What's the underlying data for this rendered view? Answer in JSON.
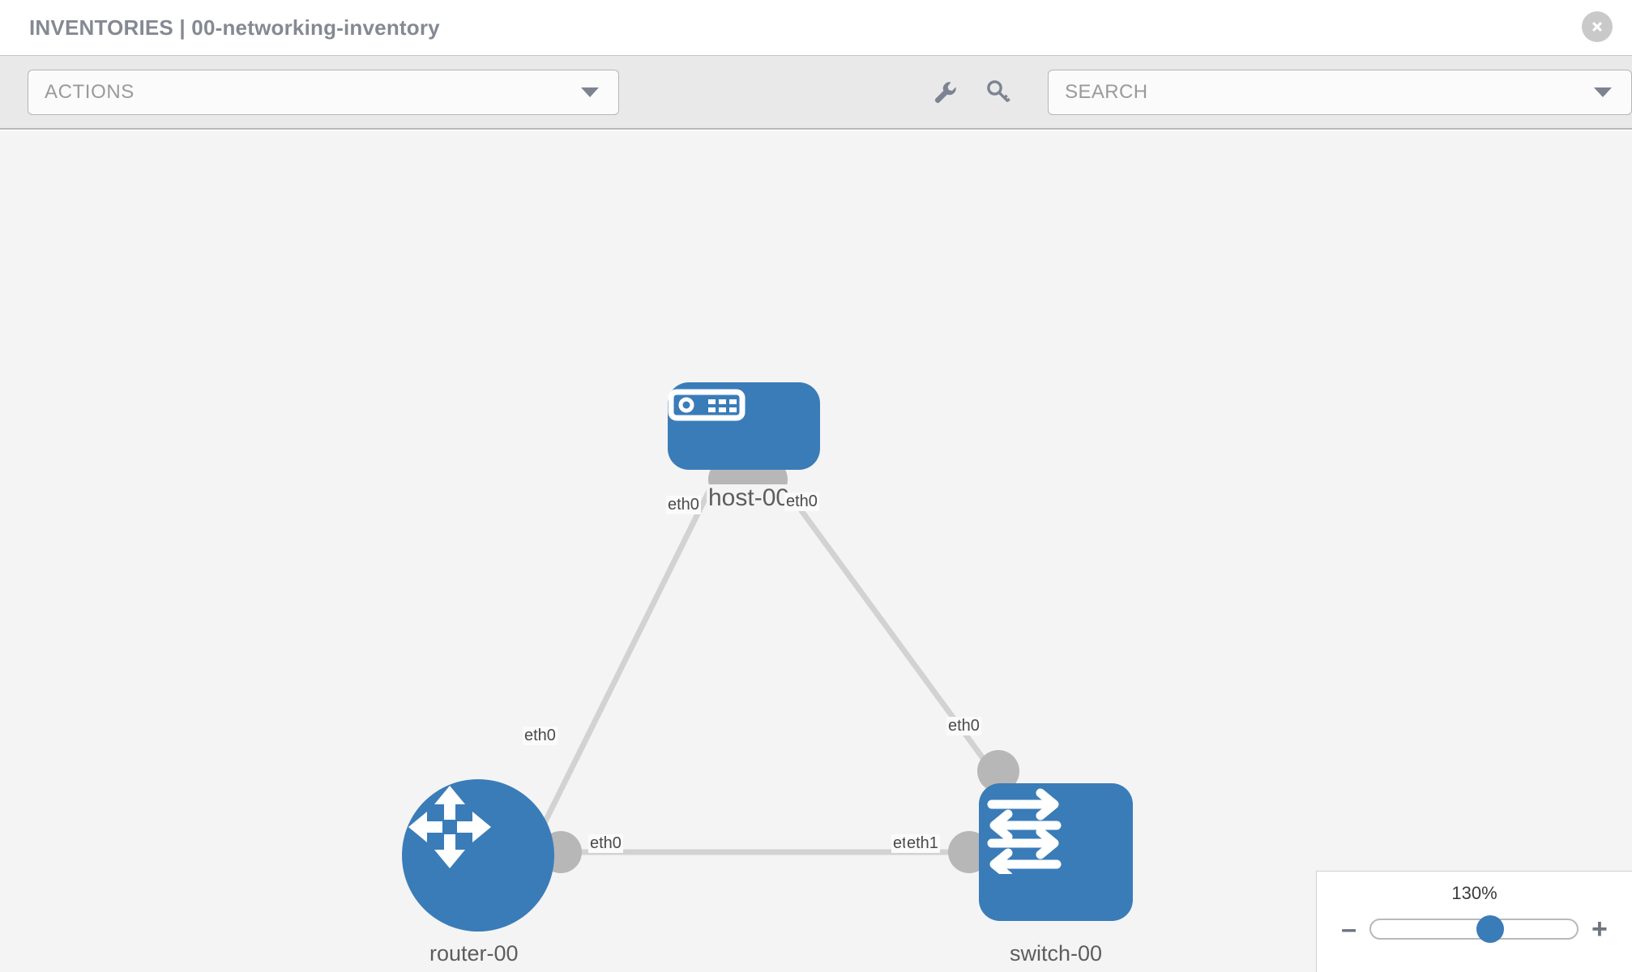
{
  "header": {
    "title": "INVENTORIES | 00-networking-inventory",
    "close_icon": "close-circle-icon"
  },
  "toolbar": {
    "actions_label": "ACTIONS",
    "actions_caret_icon": "chevron-down-icon",
    "wrench_icon": "wrench-icon",
    "key_icon": "key-icon",
    "search_placeholder": "SEARCH",
    "search_value": "",
    "search_caret_icon": "chevron-down-icon"
  },
  "topology": {
    "nodes": [
      {
        "id": "host-00",
        "label": "host-00",
        "icon": "server-icon",
        "shape": "rounded-rect",
        "color": "#3a7cb8"
      },
      {
        "id": "router-00",
        "label": "router-00",
        "icon": "router-arrows-icon",
        "shape": "circle",
        "color": "#3a7cb8"
      },
      {
        "id": "switch-00",
        "label": "switch-00",
        "icon": "switch-arrows-icon",
        "shape": "rounded-square",
        "color": "#3a7cb8"
      }
    ],
    "links": [
      {
        "from": "host-00",
        "to": "router-00",
        "from_iface": "eth0",
        "to_iface": "eth0"
      },
      {
        "from": "host-00",
        "to": "switch-00",
        "from_iface": "eth0",
        "to_iface": "eth0"
      },
      {
        "from": "router-00",
        "to": "switch-00",
        "from_iface": "eth0",
        "to_iface": "eth1"
      }
    ],
    "iface_labels": {
      "host_left": "eth0",
      "host_right": "eth0",
      "router_upper": "eth0",
      "switch_upper": "eth0",
      "router_right": "eth0",
      "switch_left_a": "eth",
      "switch_left_b": "eth1"
    }
  },
  "zoom_control": {
    "value_label": "130%",
    "minus_label": "–",
    "plus_label": "+",
    "thumb_percent": 58
  },
  "colors": {
    "node_blue": "#3a7cb8",
    "canvas_bg": "#f4f4f4",
    "toolbar_bg": "#e9e9e9",
    "link_gray": "#d2d2d2",
    "endpoint_gray": "#b7b7b7"
  }
}
